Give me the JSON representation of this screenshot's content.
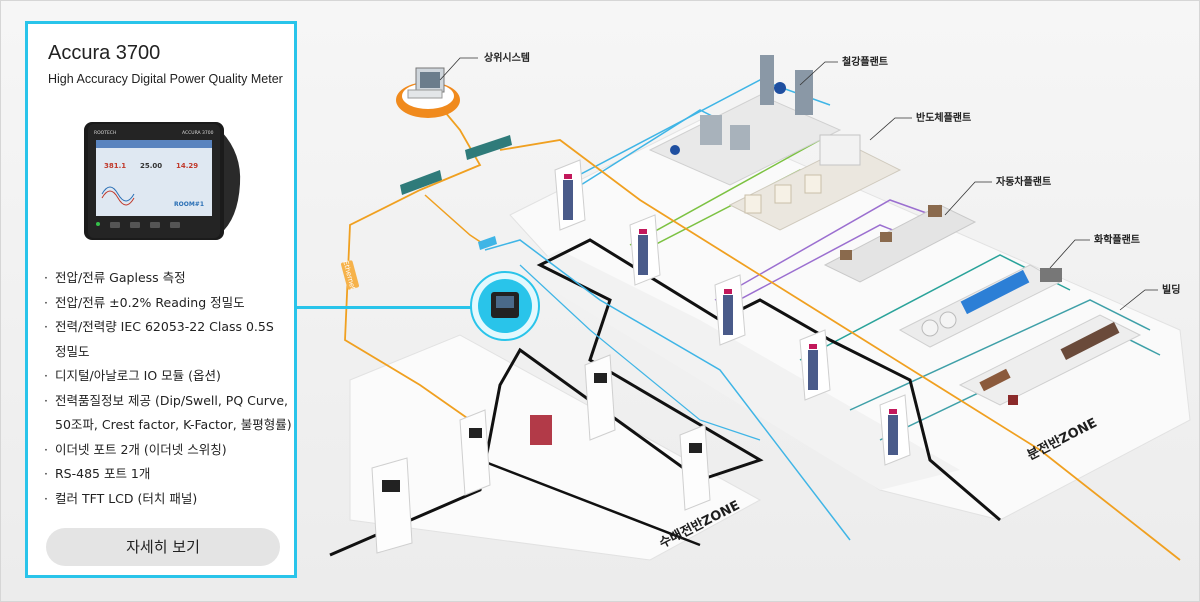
{
  "product": {
    "name": "Accura 3700",
    "subtitle": "High Accuracy Digital Power Quality Meter",
    "features": [
      "전압/전류 Gapless 측정",
      "전압/전류 ±0.2% Reading 정밀도",
      "전력/전력량 IEC 62053-22 Class 0.5S",
      "정밀도",
      "디지털/아날로그 IO 모듈 (옵션)",
      "전력품질정보 제공 (Dip/Swell, PQ Curve,",
      "50조파, Crest factor, K-Factor, 불평형률)",
      "이더넷 포트 2개 (이더넷 스위칭)",
      "RS-485 포트 1개",
      "컬러 TFT LCD (터치 패널)"
    ],
    "detail_button": "자세히 보기",
    "screen": {
      "brand": "ACCURA 3700",
      "v1": "381.1",
      "v2": "25.00",
      "v3": "14.29",
      "tag": "ROOM#1"
    }
  },
  "diagram": {
    "labels": {
      "upper_system": "상위시스템",
      "steel_plant": "철강플랜트",
      "semiconductor_plant": "반도체플랜트",
      "auto_plant": "자동차플랜트",
      "chemical_plant": "화학플랜트",
      "building": "빌딩"
    },
    "ethernet_label": "Ethernet",
    "zones": {
      "receiving": "수배전반ZONE",
      "distribution": "분전반ZONE"
    }
  },
  "colors": {
    "accent": "#29c4ea",
    "ethernet": "#f0a020",
    "bus": "#111111",
    "steel": "#3fb5e6",
    "semiconductor": "#7cc242",
    "auto": "#9b6fd0",
    "chemical": "#2aa39a",
    "building": "#3fa0a8"
  }
}
